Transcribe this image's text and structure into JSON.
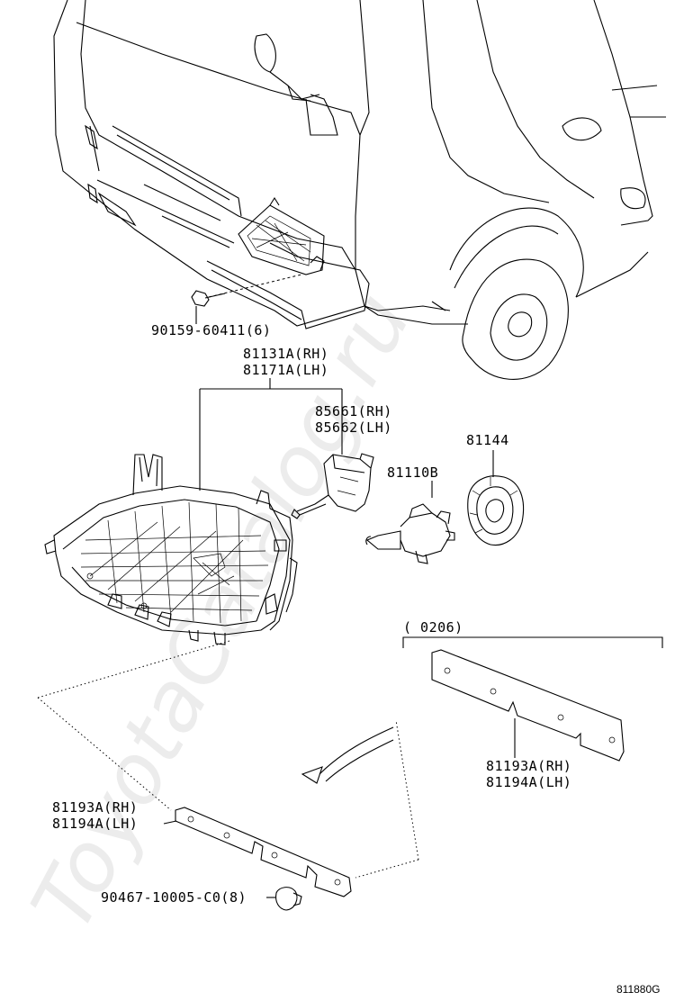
{
  "watermark": "ToyotaCatalog.ru",
  "figure_number": "811880G",
  "period_label": "(      0206)",
  "parts": {
    "bolt": "90159-60411(6)",
    "headlamp_rh": "81131A(RH)",
    "headlamp_lh": "81171A(LH)",
    "actuator_rh": "85661(RH)",
    "actuator_lh": "85662(LH)",
    "bulb": "81110B",
    "socket_cover": "81144",
    "bracket_upper_rh": "81193A(RH)",
    "bracket_upper_lh": "81194A(LH)",
    "bracket_lower_rh": "81193A(RH)",
    "bracket_lower_lh": "81194A(LH)",
    "clip": "90467-10005-C0(8)"
  }
}
